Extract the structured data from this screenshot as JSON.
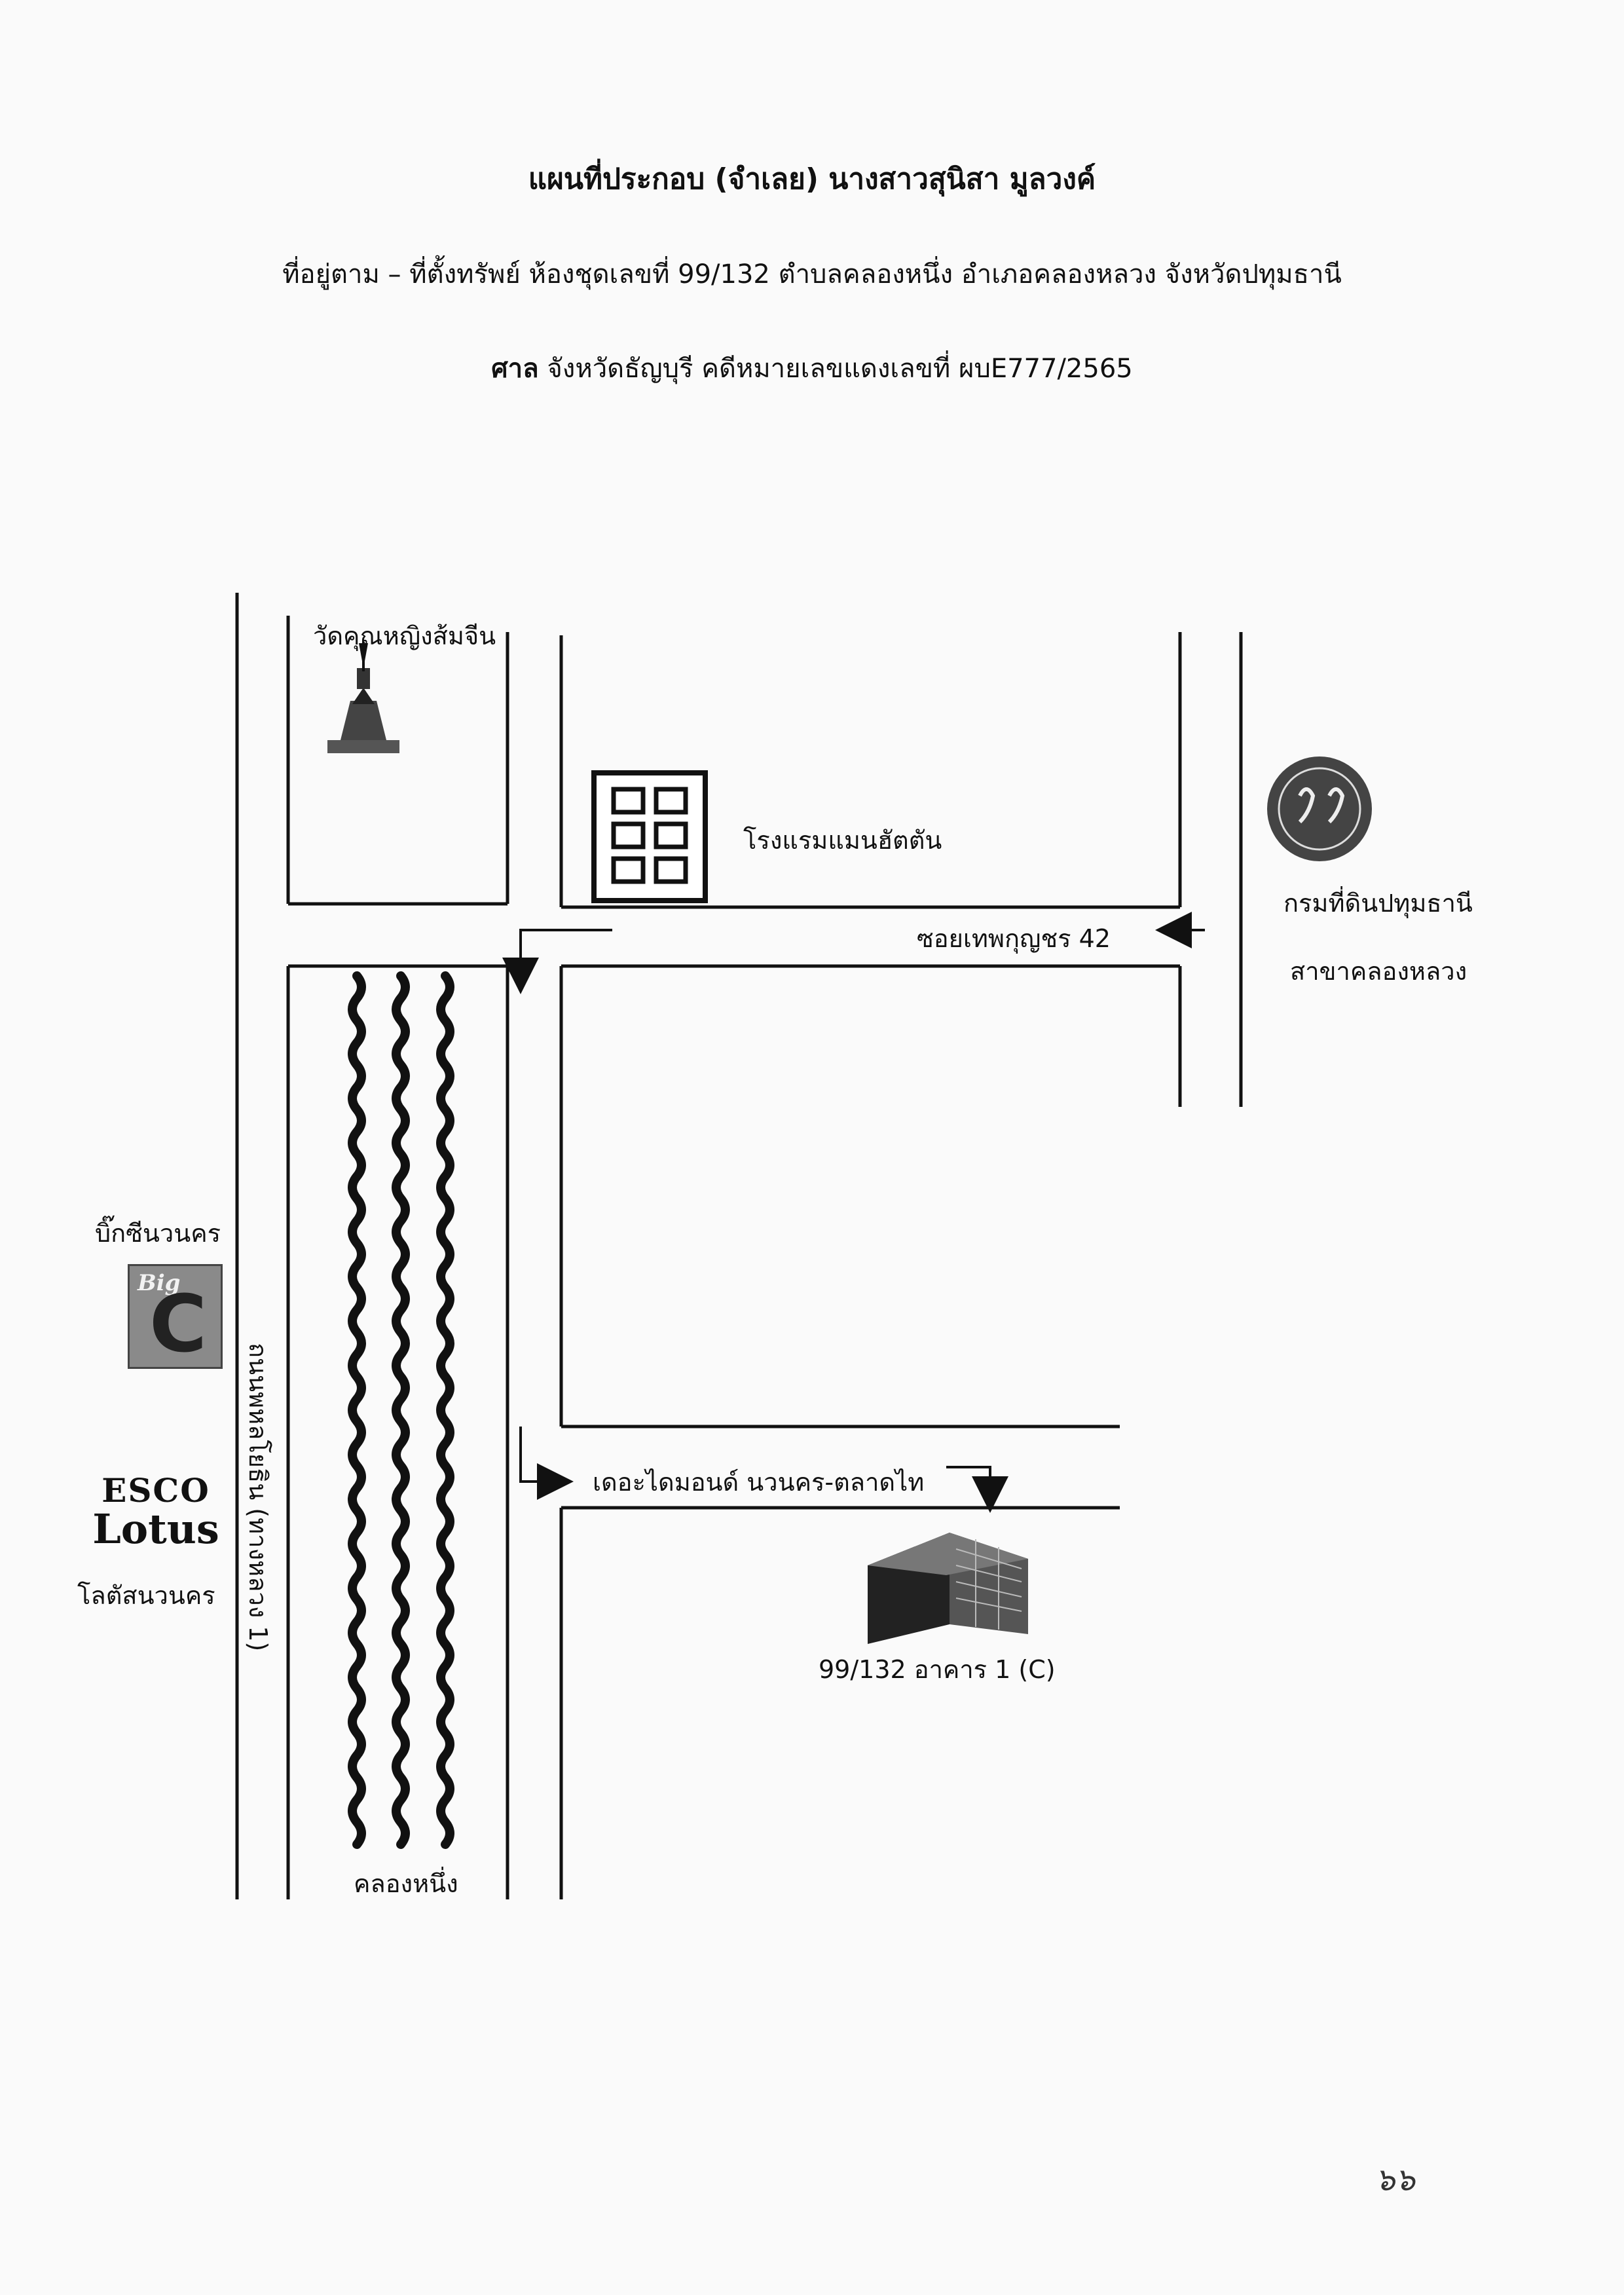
{
  "header": {
    "title": "แผนที่ประกอบ  (จำเลย)  นางสาวสุนิสา  มูลวงค์",
    "address_line": "ที่อยู่ตาม – ที่ตั้งทรัพย์ ห้องชุดเลขที่ 99/132 ตำบลคลองหนึ่ง อำเภอคลองหลวง จังหวัดปทุมธานี",
    "court_label": "ศาล",
    "court_rest": " จังหวัดธัญบุรี  คดีหมายเลขแดงเลขที่ ผบE777/2565"
  },
  "map": {
    "temple": "วัดคุณหญิงส้มจีน",
    "hotel": "โรงแรมแมนฮัตตัน",
    "soi": "ซอยเทพกุญชร 42",
    "land_office_1": "กรมที่ดินปทุมธานี",
    "land_office_2": "สาขาคลองหลวง",
    "bigc_label": "บิ๊กซีนวนคร",
    "bigc_logo_text": "Big",
    "bigc_logo_letter": "C",
    "lotus_logo_top": "ESCO",
    "lotus_logo_bottom": "Lotus",
    "lotus_label": "โลตัสนวนคร",
    "highway": "ถนนพหลโยธิน (ทางหลวง 1)",
    "diamond": "เดอะไดมอนด์ นวนคร-ตลาดไท",
    "building": "99/132 อาคาร 1 (C)",
    "canal": "คลองหนึ่ง"
  },
  "icons": {
    "temple": "temple-icon",
    "hotel": "hotel-building-icon",
    "land_office": "land-department-seal-icon",
    "condo": "condominium-building-icon",
    "arrows": "arrow-icon",
    "canal": "canal-wave-icon"
  },
  "page_mark": "๖๖"
}
